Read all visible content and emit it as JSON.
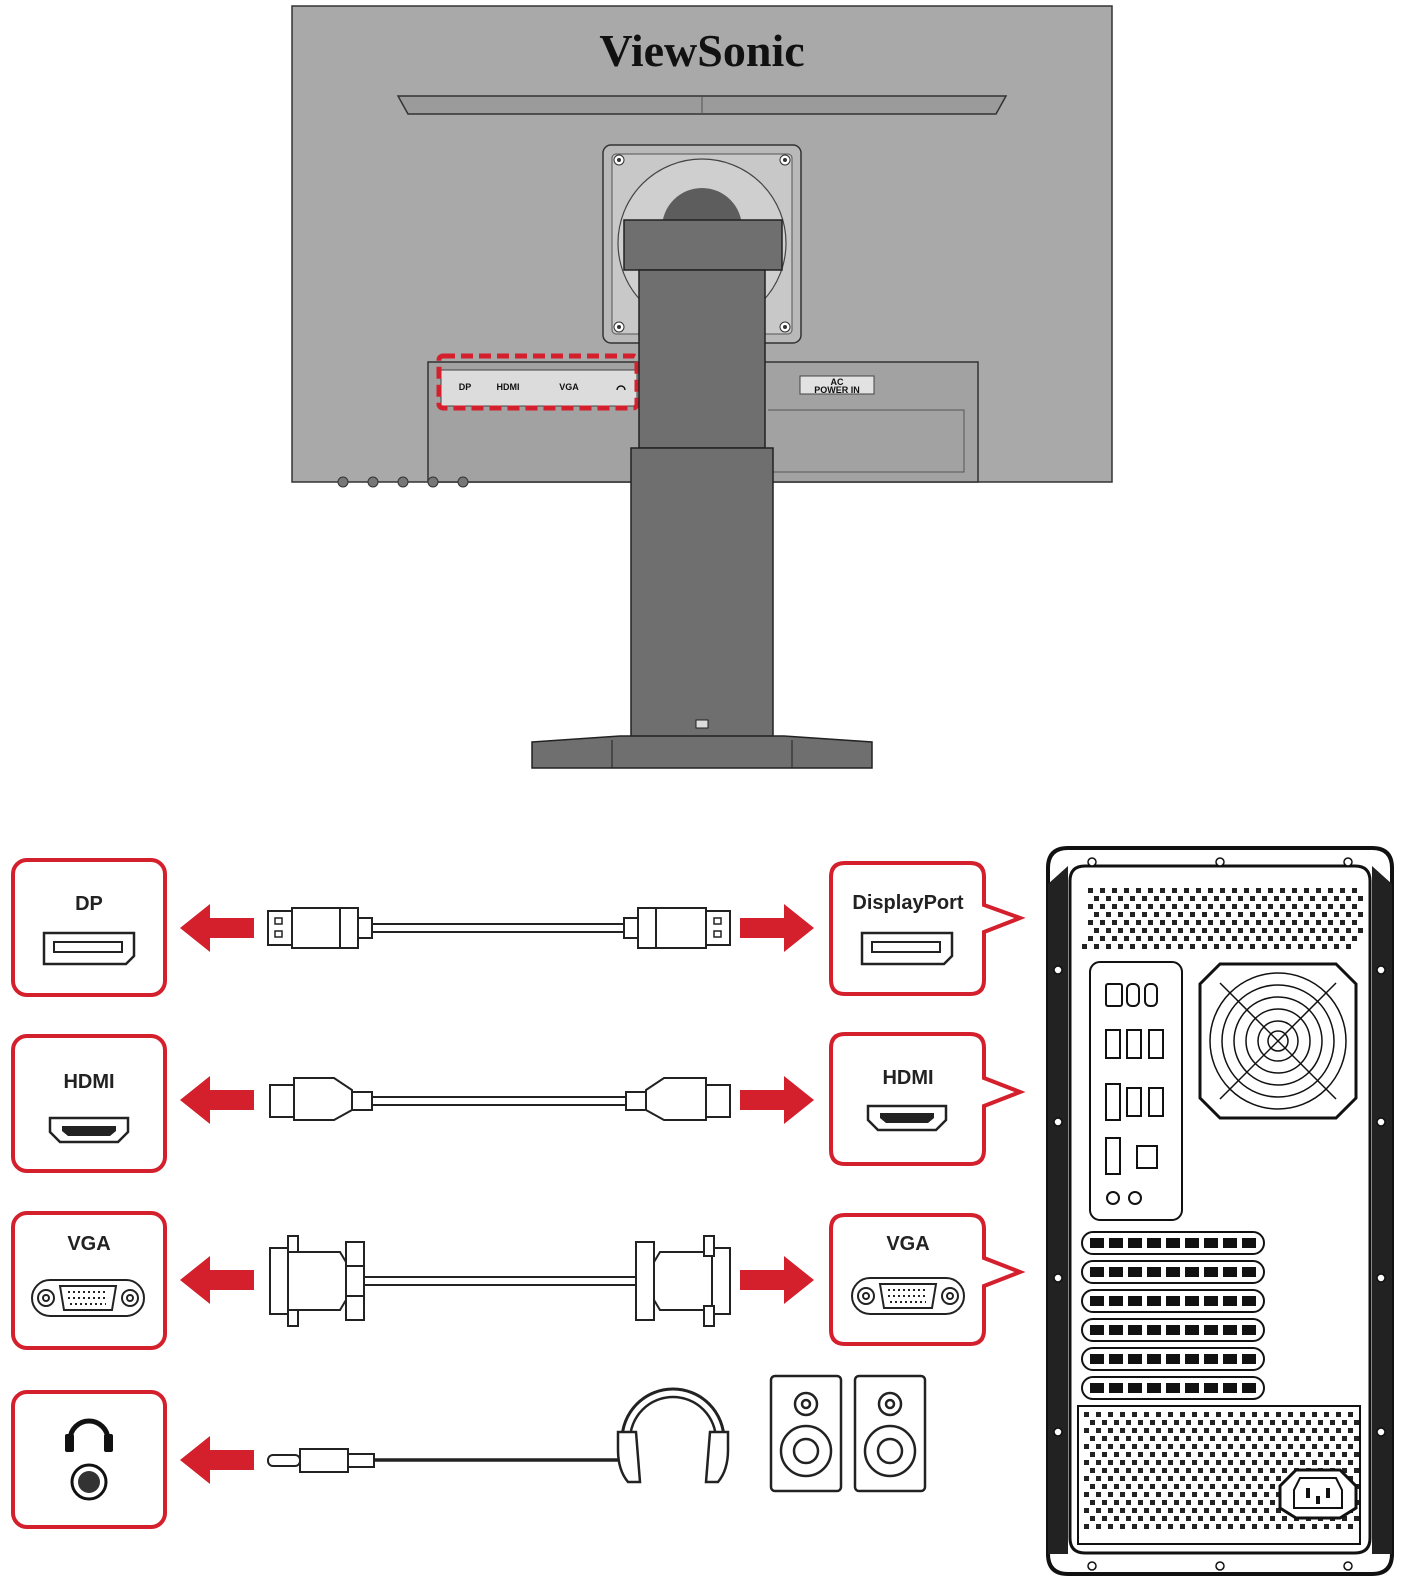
{
  "monitor": {
    "brand": "ViewSonic",
    "port_labels": {
      "dp": "DP",
      "hdmi": "HDMI",
      "vga": "VGA"
    },
    "power_label_line1": "AC",
    "power_label_line2": "POWER  IN"
  },
  "connections": {
    "dp": {
      "monitor_label": "DP",
      "pc_label": "DisplayPort"
    },
    "hdmi": {
      "monitor_label": "HDMI",
      "pc_label": "HDMI"
    },
    "vga": {
      "monitor_label": "VGA",
      "pc_label": "VGA"
    },
    "audio": {
      "devices": [
        "headphone-icon",
        "speakers-icon"
      ]
    }
  },
  "colors": {
    "accent_red": "#d41f2c",
    "monitor_gray": "#a9a9a9",
    "stand_gray": "#6f6f6f",
    "outline": "#222222"
  }
}
